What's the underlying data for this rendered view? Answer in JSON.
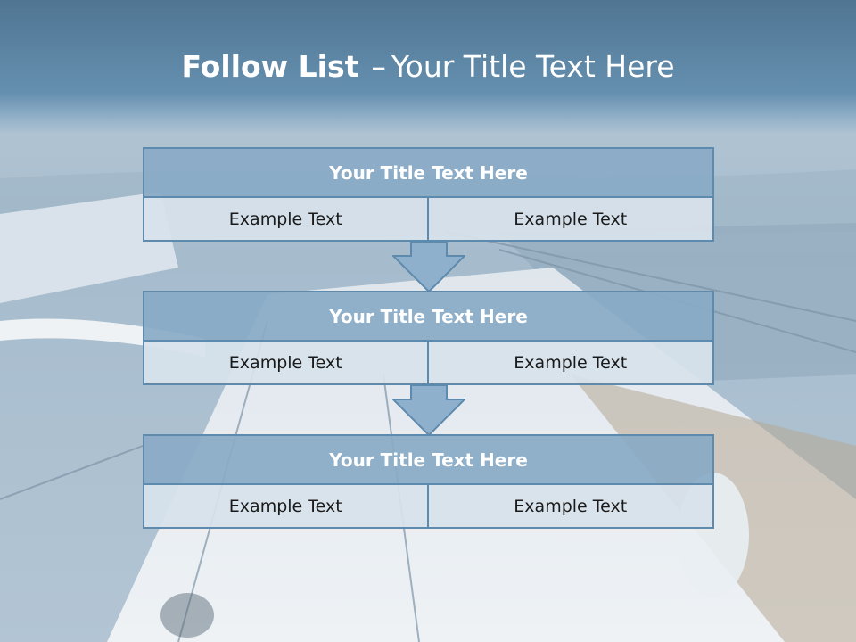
{
  "slide": {
    "title_bold": "Follow List",
    "title_dash": "–",
    "title_rest": "Your Title Text Here"
  },
  "steps": [
    {
      "heading": "Your Title Text Here",
      "left": "Example Text",
      "right": "Example Text"
    },
    {
      "heading": "Your Title Text Here",
      "left": "Example Text",
      "right": "Example Text"
    },
    {
      "heading": "Your Title Text Here",
      "left": "Example Text",
      "right": "Example Text"
    }
  ],
  "colors": {
    "title_band": "#5a82a2",
    "box_header": "#89aac6",
    "box_cell": "#d7e2ec",
    "border": "#5e8aad",
    "arrow_fill": "#8fb0cc"
  }
}
